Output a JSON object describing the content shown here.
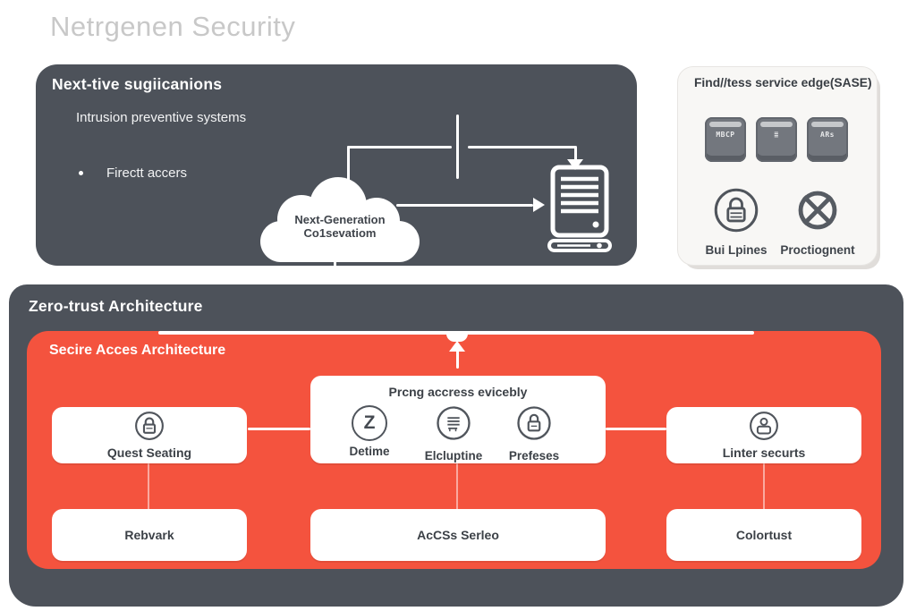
{
  "page": {
    "title": "Netrgenen Security"
  },
  "colors": {
    "dark_panel": "#4d525a",
    "accent_red": "#f4533e",
    "title_gray": "#c8c8c8",
    "side_panel_bg": "#f8f7f5"
  },
  "top_box": {
    "heading": "Next-tive sugiicanions",
    "subheading": "Intrusion preventive systems",
    "bullet_marker": "•",
    "bullet_text": "Firectt accers",
    "cloud": {
      "line1": "Next-Generation",
      "line2": "Co1sevatiom"
    }
  },
  "sase_panel": {
    "title": "Find//tess service edge(SASE)",
    "cabinets": [
      {
        "label": "MBCP"
      },
      {
        "label": "≣"
      },
      {
        "label": "ARs"
      }
    ],
    "items": [
      {
        "label": "Bui Lpines",
        "icon": "lock-icon"
      },
      {
        "label": "Proctiognent",
        "icon": "prohibited-icon"
      }
    ]
  },
  "zero_trust": {
    "heading": "Zero-trust Architecture",
    "secure_access": {
      "heading": "Secire Acces Architecture",
      "guest_box": {
        "label": "Quest Seating",
        "icon": "lock-icon"
      },
      "policy_box": {
        "heading": "Prcng accress evicebly",
        "items": [
          {
            "label": "Detime",
            "icon": "z-badge-icon",
            "glyph": "Z"
          },
          {
            "label": "Elcluptine",
            "icon": "server-icon"
          },
          {
            "label": "Prefeses",
            "icon": "lock-icon"
          }
        ]
      },
      "identity_box": {
        "label": "Linter securts",
        "icon": "user-icon"
      },
      "bottom_boxes": [
        {
          "label": "Rebvark"
        },
        {
          "label": "AcCSs Serleo"
        },
        {
          "label": "Colortust"
        }
      ]
    }
  }
}
